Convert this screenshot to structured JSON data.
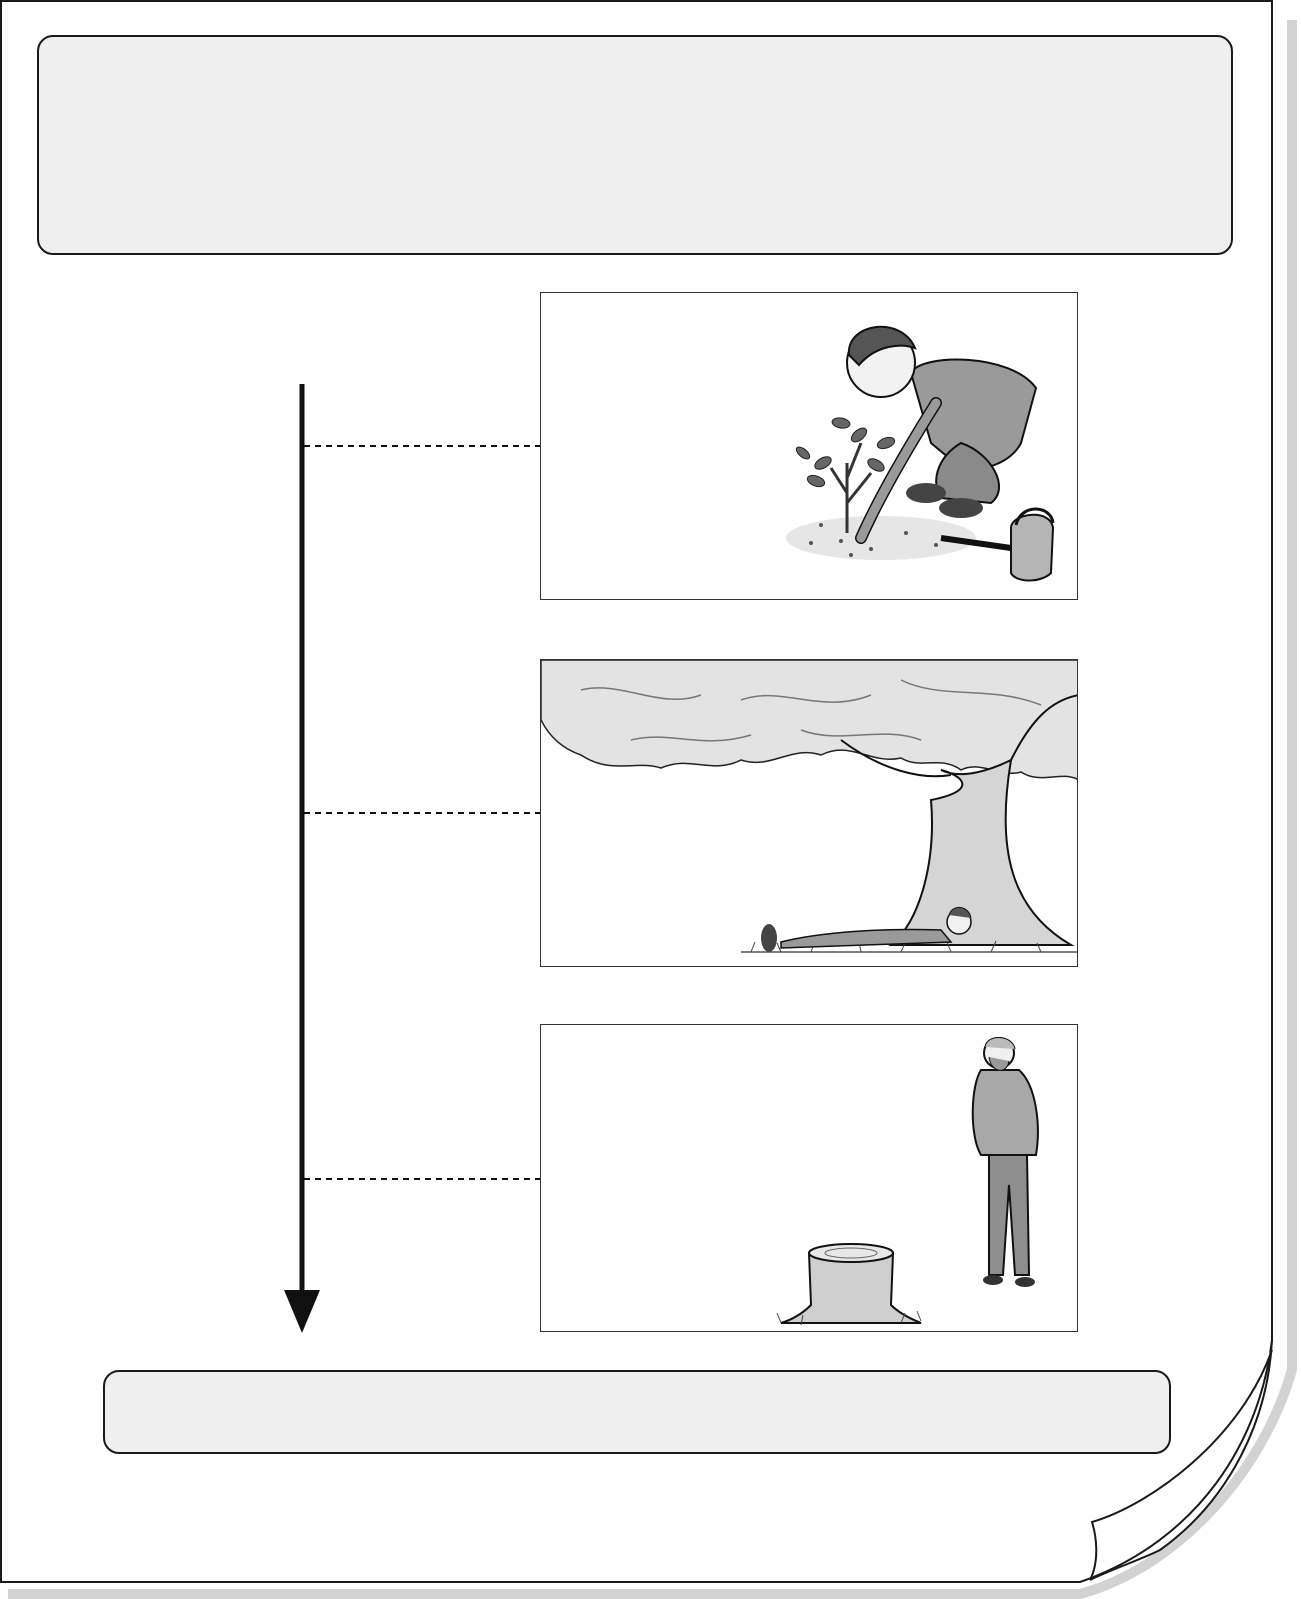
{
  "header": {
    "text": ""
  },
  "footer": {
    "text": ""
  },
  "timeline": {
    "direction": "down",
    "stages": [
      {
        "icon": "boy-planting-sapling-illustration"
      },
      {
        "icon": "man-resting-under-large-tree-illustration"
      },
      {
        "icon": "old-man-looking-at-tree-stump-illustration"
      }
    ]
  },
  "colors": {
    "outline": "#1a1a1a",
    "box_fill": "#efefef",
    "page_shadow": "#cfcfcf"
  }
}
